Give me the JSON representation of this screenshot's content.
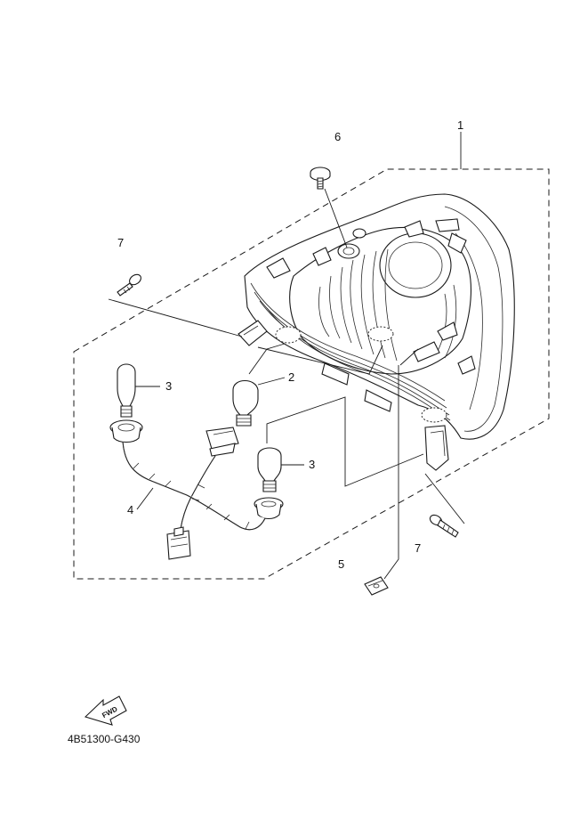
{
  "callouts": {
    "headlight_assembly": "1",
    "bulb_headlight": "2",
    "bulb_upper": "3",
    "bulb_lower": "3",
    "wire_harness": "4",
    "nut_clip": "5",
    "bolt_top": "6",
    "screw_left": "7",
    "screw_right": "7"
  },
  "fwd_label": "FWD",
  "diagram_code": "4B51300-G430"
}
